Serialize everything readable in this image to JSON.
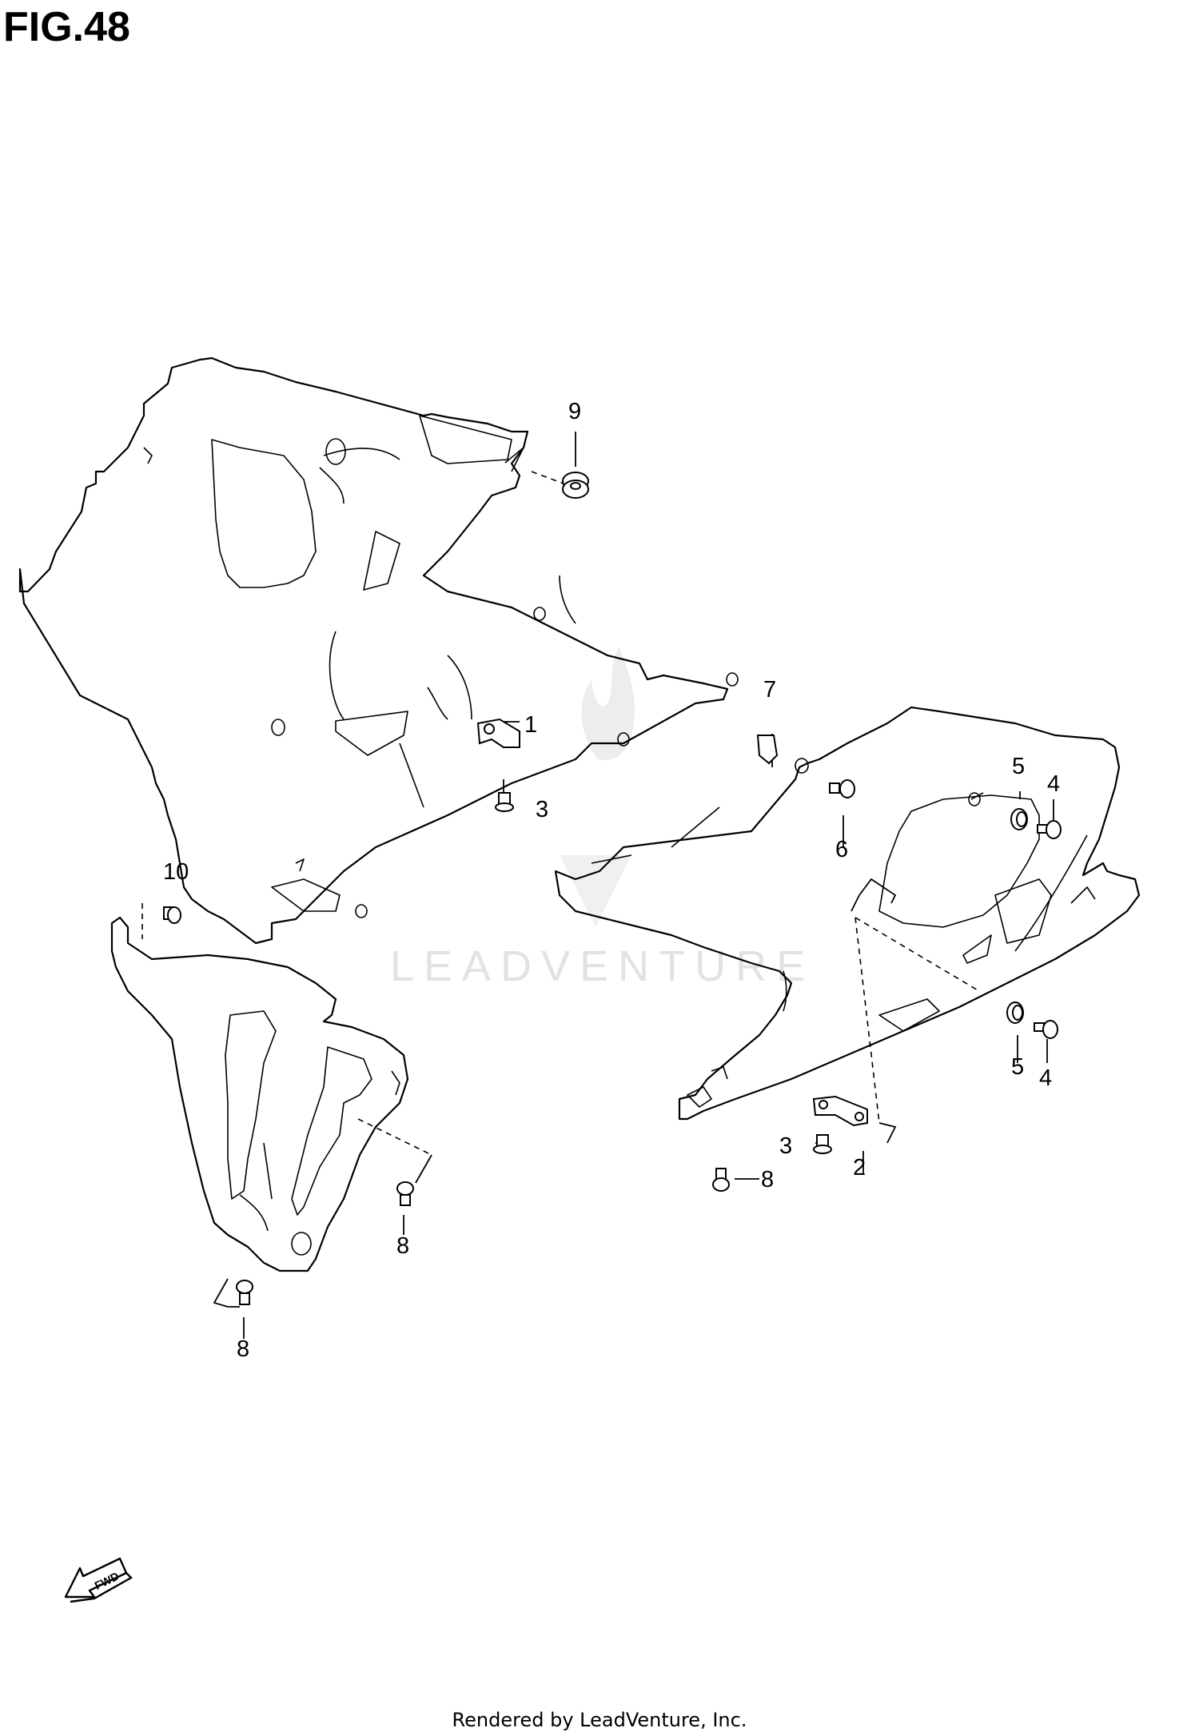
{
  "figure": {
    "title": "FIG.48",
    "watermark": "LEADVENTURE",
    "footer": "Rendered by LeadVenture, Inc.",
    "direction_label": "FWD"
  },
  "callouts": [
    {
      "id": "c1",
      "label": "1"
    },
    {
      "id": "c2",
      "label": "2"
    },
    {
      "id": "c3a",
      "label": "3"
    },
    {
      "id": "c3b",
      "label": "3"
    },
    {
      "id": "c4a",
      "label": "4"
    },
    {
      "id": "c4b",
      "label": "4"
    },
    {
      "id": "c5a",
      "label": "5"
    },
    {
      "id": "c5b",
      "label": "5"
    },
    {
      "id": "c6",
      "label": "6"
    },
    {
      "id": "c7",
      "label": "7"
    },
    {
      "id": "c8a",
      "label": "8"
    },
    {
      "id": "c8b",
      "label": "8"
    },
    {
      "id": "c8c",
      "label": "8"
    },
    {
      "id": "c9",
      "label": "9"
    },
    {
      "id": "c10",
      "label": "10"
    }
  ]
}
